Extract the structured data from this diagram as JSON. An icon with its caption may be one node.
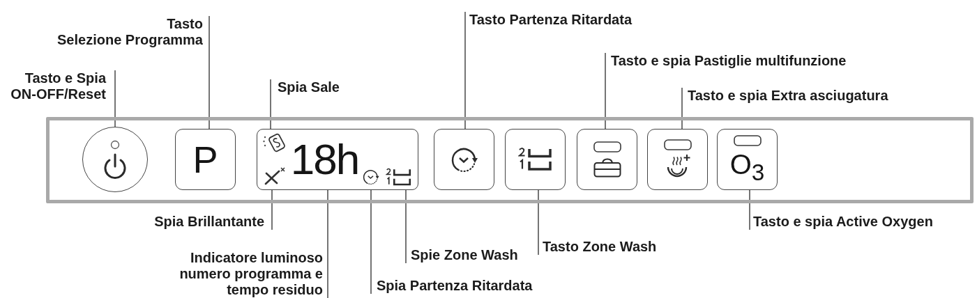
{
  "diagram": {
    "nodes": [
      {
        "text": [
          "Tasto e Spia ON-OFF/Reset"
        ]
      },
      {
        "text": [
          "Tasto Selezione Programma"
        ]
      },
      {
        "text": [
          "Spia Sale"
        ]
      },
      {
        "text": [
          "Tasto Partenza Ritardata"
        ]
      },
      {
        "text": [
          "Tasto e spia Pastiglie multifunzione"
        ]
      },
      {
        "text": [
          "Tasto e spia Extra asciugatura"
        ]
      },
      {
        "text": [],
        "shape": "box"
      },
      {
        "text": [],
        "shape": "circle",
        "in": 6
      },
      {
        "text": [
          "P"
        ],
        "in": 6
      },
      {
        "text": [],
        "shape": "box",
        "in": 6
      },
      {
        "text": [],
        "shape": "picture",
        "in": 9
      },
      {
        "text": [],
        "shape": "picture",
        "in": 9
      },
      {
        "text": [
          "18h"
        ],
        "in": 9
      },
      {
        "text": [],
        "shape": "picture",
        "in": 9
      },
      {
        "text": [],
        "shape": "picture",
        "in": 9
      },
      {
        "text": [],
        "shape": "box",
        "in": 6
      },
      {
        "text": [],
        "shape": "box",
        "in": 6
      },
      {
        "text": [],
        "shape": "box",
        "in": 6
      },
      {
        "text": [],
        "shape": "box",
        "in": 6
      },
      {
        "text": [
          "O$_{3}$"
        ],
        "in": 6
      },
      {
        "text": [
          "Spia Brillantante"
        ]
      },
      {
        "text": [
          "Indicatore luminoso numero programma e tempo residuo"
        ]
      },
      {
        "text": [
          "Spia Partenza Ritardata"
        ]
      },
      {
        "text": [
          "Spie Zone Wash"
        ]
      },
      {
        "text": [
          "Tasto Zone Wash"
        ]
      },
      {
        "text": [
          "Tasto e spia Active Oxygen"
        ]
      }
    ],
    "edges": [
      {
        "from": 0,
        "to": 7,
        "arrow": "none"
      },
      {
        "from": 1,
        "to": 8,
        "arrow": "none"
      },
      {
        "from": 2,
        "to": 10,
        "arrow": "none"
      },
      {
        "from": 3,
        "to": 15,
        "arrow": "none"
      },
      {
        "from": 4,
        "to": 17,
        "arrow": "none"
      },
      {
        "from": 5,
        "to": 18,
        "arrow": "none"
      },
      {
        "from": 20,
        "to": 11,
        "arrow": "none"
      },
      {
        "from": 21,
        "to": 12,
        "arrow": "none"
      },
      {
        "from": 22,
        "to": 13,
        "arrow": "none"
      },
      {
        "from": 23,
        "to": 14,
        "arrow": "none"
      },
      {
        "from": 24,
        "to": 16,
        "arrow": "none"
      },
      {
        "from": 25,
        "to": 19,
        "arrow": "none"
      }
    ]
  }
}
